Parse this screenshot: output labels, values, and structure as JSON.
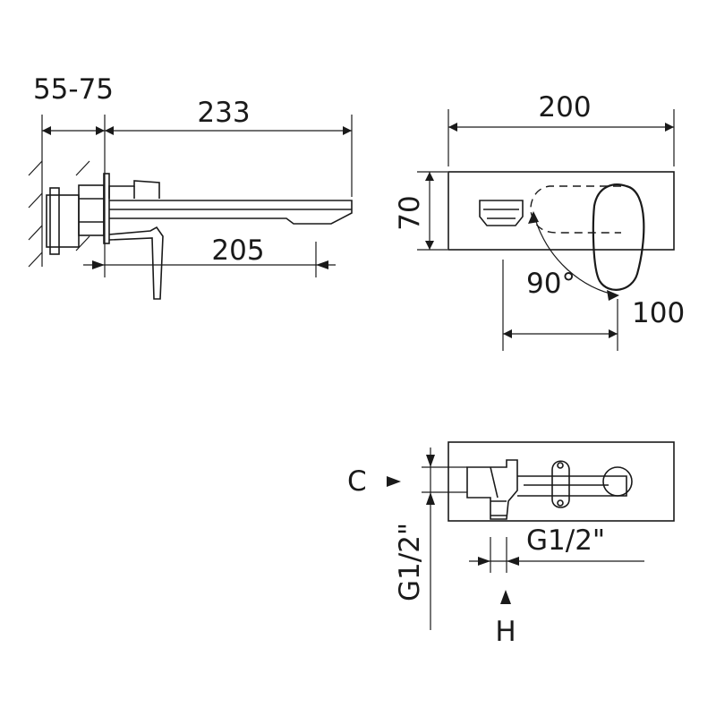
{
  "side_view": {
    "dim_wall_depth": "55-75",
    "dim_overall_length": "233",
    "dim_spout_reach": "205"
  },
  "top_view": {
    "dim_plate_width": "200",
    "dim_plate_height": "70",
    "dim_handle_rotation": "90°",
    "dim_handle_clearance": "100"
  },
  "rear_view": {
    "label_c": "C",
    "label_h": "H",
    "dim_inlet_vertical": "G1/2\"",
    "dim_inlet_horizontal": "G1/2\""
  }
}
